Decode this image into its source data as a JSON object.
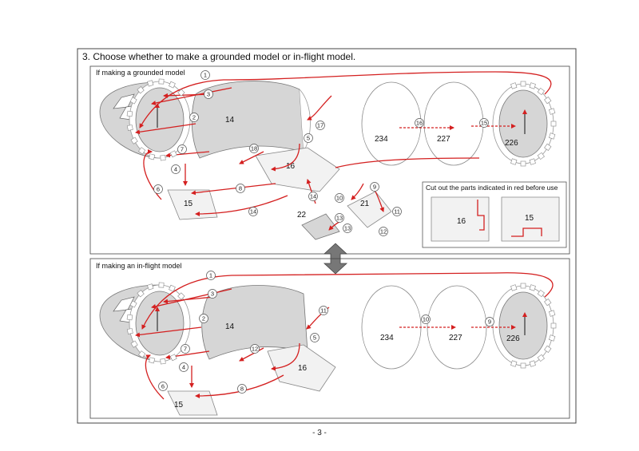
{
  "page": {
    "heading": "3. Choose whether to make a grounded model or in-flight model.",
    "page_number": "- 3 -"
  },
  "grounded": {
    "title": "If making a grounded model",
    "parts": {
      "p14": "14",
      "p16": "16",
      "p15": "15",
      "p22": "22",
      "p21": "21",
      "p234": "234",
      "p227": "227",
      "p226": "226"
    },
    "steps": {
      "s1": "1",
      "s2": "2",
      "s3": "3",
      "s4": "4",
      "s5": "5",
      "s6": "6",
      "s7": "7",
      "s8": "8",
      "s9": "9",
      "s10": "10",
      "s11": "11",
      "s12": "12",
      "s13a": "13",
      "s13b": "13",
      "s14a": "14",
      "s14b": "14",
      "s15": "15",
      "s16": "16",
      "s17": "17",
      "s18": "18"
    },
    "note": {
      "title": "Cut out the parts indicated in red before use",
      "left_part": "16",
      "right_part": "15"
    }
  },
  "inflight": {
    "title": "If making an in-flight model",
    "parts": {
      "p14": "14",
      "p16": "16",
      "p15": "15",
      "p234": "234",
      "p227": "227",
      "p226": "226"
    },
    "steps": {
      "s1": "1",
      "s2": "2",
      "s3": "3",
      "s4": "4",
      "s5": "5",
      "s6": "6",
      "s7": "7",
      "s8": "8",
      "s9": "9",
      "s10": "10",
      "s11": "11",
      "s12": "12"
    }
  },
  "colors": {
    "arrow": "#d42020",
    "part_fill": "#d6d6d6",
    "frame": "#444444"
  }
}
